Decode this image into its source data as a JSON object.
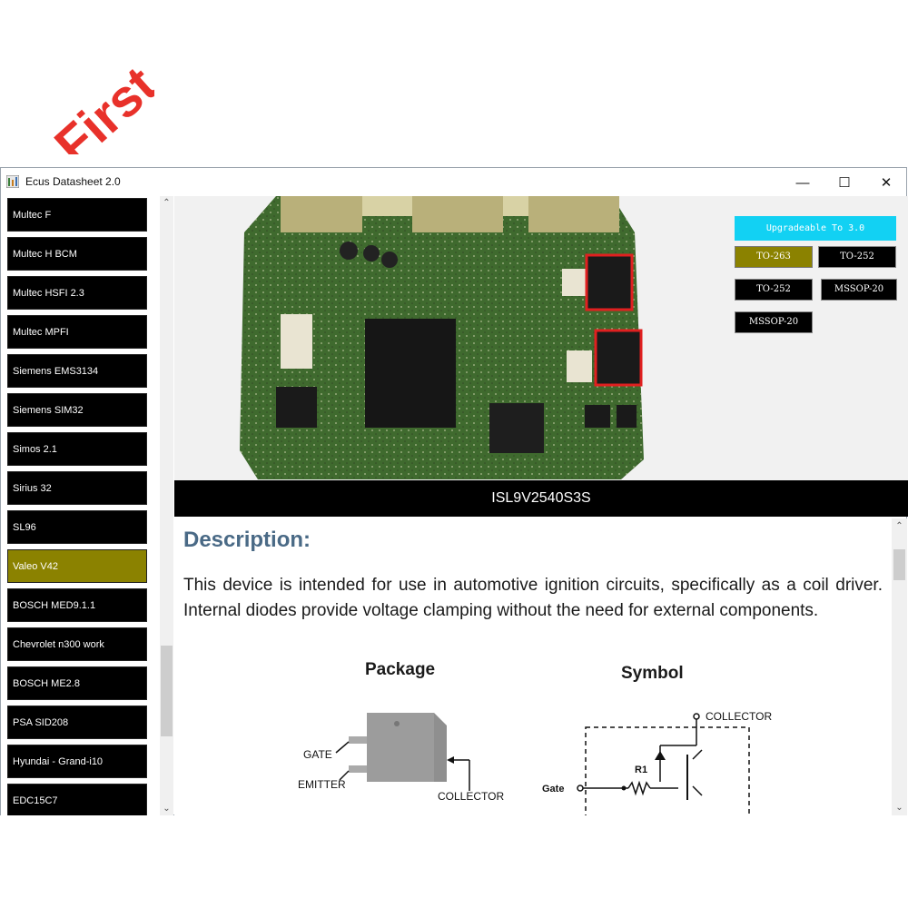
{
  "brand": {
    "text": "First",
    "color": "#e8312a"
  },
  "window": {
    "title": "Ecus Datasheet 2.0",
    "controls": {
      "minimize": "—",
      "maximize": "☐",
      "close": "✕"
    }
  },
  "sidebar": {
    "items": [
      {
        "label": "Multec F",
        "active": false
      },
      {
        "label": "Multec H BCM",
        "active": false
      },
      {
        "label": "Multec HSFI 2.3",
        "active": false
      },
      {
        "label": "Multec MPFI",
        "active": false
      },
      {
        "label": "Siemens EMS3134",
        "active": false
      },
      {
        "label": "Siemens SIM32",
        "active": false
      },
      {
        "label": "Simos 2.1",
        "active": false
      },
      {
        "label": "Sirius 32",
        "active": false
      },
      {
        "label": "SL96",
        "active": false
      },
      {
        "label": "Valeo V42",
        "active": true
      },
      {
        "label": "BOSCH MED9.1.1",
        "active": false
      },
      {
        "label": "Chevrolet n300 work",
        "active": false
      },
      {
        "label": "BOSCH ME2.8",
        "active": false
      },
      {
        "label": "PSA SID208",
        "active": false
      },
      {
        "label": "Hyundai - Grand-i10",
        "active": false
      },
      {
        "label": "EDC15C7",
        "active": false
      }
    ]
  },
  "upgrade": {
    "label": "Upgradeable To 3.0",
    "color": "#12d1f3"
  },
  "packages": [
    {
      "label": "TO-263",
      "active": true
    },
    {
      "label": "TO-252",
      "active": false
    },
    {
      "label": "TO-252",
      "active": false
    },
    {
      "label": "MSSOP-20",
      "active": false
    },
    {
      "label": "MSSOP-20",
      "active": false
    }
  ],
  "part": {
    "name": "ISL9V2540S3S"
  },
  "doc": {
    "heading": "Description:",
    "text": "This device is intended for use in automotive ignition circuits, specifically as a coil driver. Internal diodes provide voltage clamping without the need for external components.",
    "package_title": "Package",
    "symbol_title": "Symbol",
    "package_labels": {
      "gate": "GATE",
      "emitter": "EMITTER",
      "collector": "COLLECTOR"
    },
    "symbol_labels": {
      "collector": "COLLECTOR",
      "gate": "Gate",
      "resistor": "R1"
    }
  },
  "colors": {
    "active": "#8b8200",
    "heading": "#4a6a86"
  }
}
